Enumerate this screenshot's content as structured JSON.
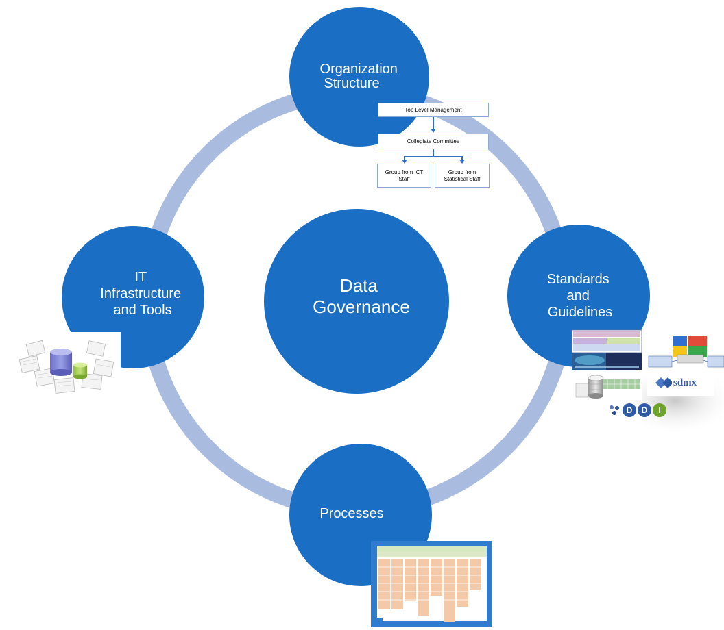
{
  "diagram": {
    "center": {
      "label_lines": [
        "Data",
        "Governance"
      ]
    },
    "nodes": {
      "organization": {
        "label_lines": [
          "Organization",
          "Structure"
        ]
      },
      "standards": {
        "label_lines": [
          "Standards",
          "and",
          "Guidelines"
        ]
      },
      "processes": {
        "label_lines": [
          "Processes"
        ]
      },
      "it": {
        "label_lines": [
          "IT",
          "Infrastructure",
          "and Tools"
        ]
      }
    },
    "org_chart": {
      "top": "Top Level Management",
      "middle": "Collegiate Committee",
      "left_group": "Group from ICT Staff",
      "right_group": "Group from Statistical Staff"
    },
    "logos": {
      "sdmx": "sdmx",
      "ddi": [
        "D",
        "D",
        "I"
      ]
    },
    "colors": {
      "node_fill": "#1a6fc4",
      "ring": "#a9bbde",
      "ddi_letters": [
        "#2f5aa8",
        "#2f5aa8",
        "#6fa42c"
      ]
    }
  }
}
